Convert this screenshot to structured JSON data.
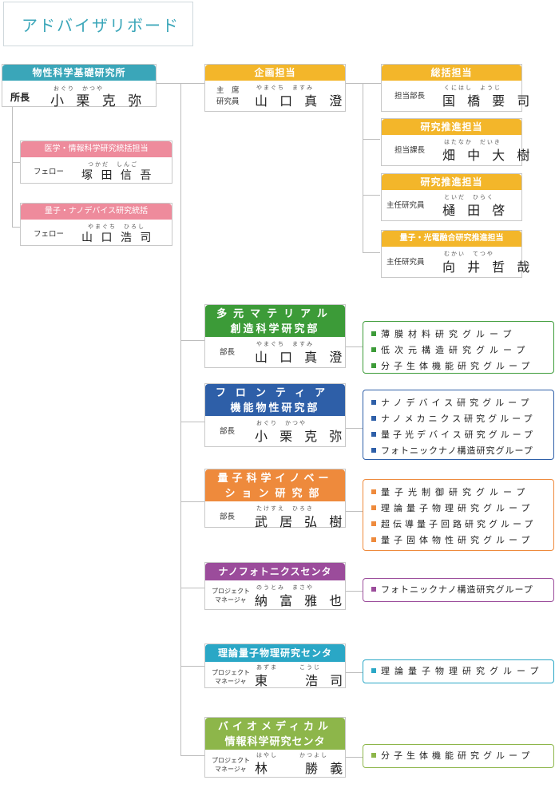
{
  "advisory_board": "アドバイザリボード",
  "colors": {
    "teal": "#3aa6b9",
    "yellow": "#f3b62a",
    "pink": "#ee8b9c",
    "green": "#3c9b38",
    "blue": "#2e5fa8",
    "orange": "#ee8a3c",
    "purple": "#9b4c9b",
    "cyan": "#2aa7c6",
    "olive": "#8db64a"
  },
  "director": {
    "header": "物性科学基礎研究所",
    "role": "所長",
    "ruby": "おぐり　かつや",
    "name": "小 栗 克 弥"
  },
  "fellows": [
    {
      "header": "医学・情報科学研究統括担当",
      "role": "フェロー",
      "ruby": "つかだ　しんご",
      "name": "塚 田 信 吾"
    },
    {
      "header": "量子・ナノデバイス研究統括",
      "role": "フェロー",
      "ruby": "やまぐち　ひろし",
      "name": "山 口 浩 司"
    }
  ],
  "planning": {
    "header": "企画担当",
    "role_top": "主　席",
    "role_bottom": "研究員",
    "ruby": "やまぐち　ますみ",
    "name": "山 口 真 澄"
  },
  "planning_staff": [
    {
      "header": "総括担当",
      "role": "担当部長",
      "ruby": "くにはし　ようじ",
      "name": "国 橋 要 司"
    },
    {
      "header": "研究推進担当",
      "role": "担当課長",
      "ruby": "はたなか　だいき",
      "name": "畑 中 大 樹"
    },
    {
      "header": "研究推進担当",
      "role": "主任研究員",
      "ruby": "といだ　ひらく",
      "name": "樋 田 啓"
    },
    {
      "header": "量子・光電融合研究推進担当",
      "role": "主任研究員",
      "ruby": "むかい　てつや",
      "name": "向 井 哲 哉"
    }
  ],
  "labs": [
    {
      "header1": "多元マテリアル",
      "header2": "創造科学研究部",
      "role": "部長",
      "ruby": "やまぐち　ますみ",
      "name": "山 口 真 澄",
      "groups": [
        "薄膜材料研究グループ",
        "低次元構造研究グループ",
        "分子生体機能研究グループ"
      ]
    },
    {
      "header1": "フロンティア",
      "header2": "機能物性研究部",
      "role": "部長",
      "ruby": "おぐり　かつや",
      "name": "小 栗 克 弥",
      "groups": [
        "ナノデバイス研究グループ",
        "ナノメカニクス研究グループ",
        "量子光デバイス研究グループ",
        "フォトニックナノ構造研究グループ"
      ]
    },
    {
      "header1": "量子科学イノベー",
      "header2": "ション研究部",
      "role": "部長",
      "ruby": "たけすえ　ひろき",
      "name": "武 居 弘 樹",
      "groups": [
        "量子光制御研究グループ",
        "理論量子物理研究グループ",
        "超伝導量子回路研究グループ",
        "量子固体物性研究グループ"
      ]
    },
    {
      "header1": "ナノフォトニクスセンタ",
      "header2": "",
      "role_top": "プロジェクト",
      "role_bottom": "マネージャ",
      "ruby": "のうとみ　まさや",
      "name": "納 富 雅 也",
      "groups": [
        "フォトニックナノ構造研究グループ"
      ]
    },
    {
      "header1": "理論量子物理研究センタ",
      "header2": "",
      "role_top": "プロジェクト",
      "role_bottom": "マネージャ",
      "ruby": "あずま　　　こうじ",
      "name": "東　　浩 司",
      "groups": [
        "理論量子物理研究グループ"
      ]
    },
    {
      "header1": "バイオメディカル",
      "header2": "情報科学研究センタ",
      "role_top": "プロジェクト",
      "role_bottom": "マネージャ",
      "ruby": "はやし　　　かつよし",
      "name": "林　　勝 義",
      "groups": [
        "分子生体機能研究グループ"
      ]
    }
  ]
}
